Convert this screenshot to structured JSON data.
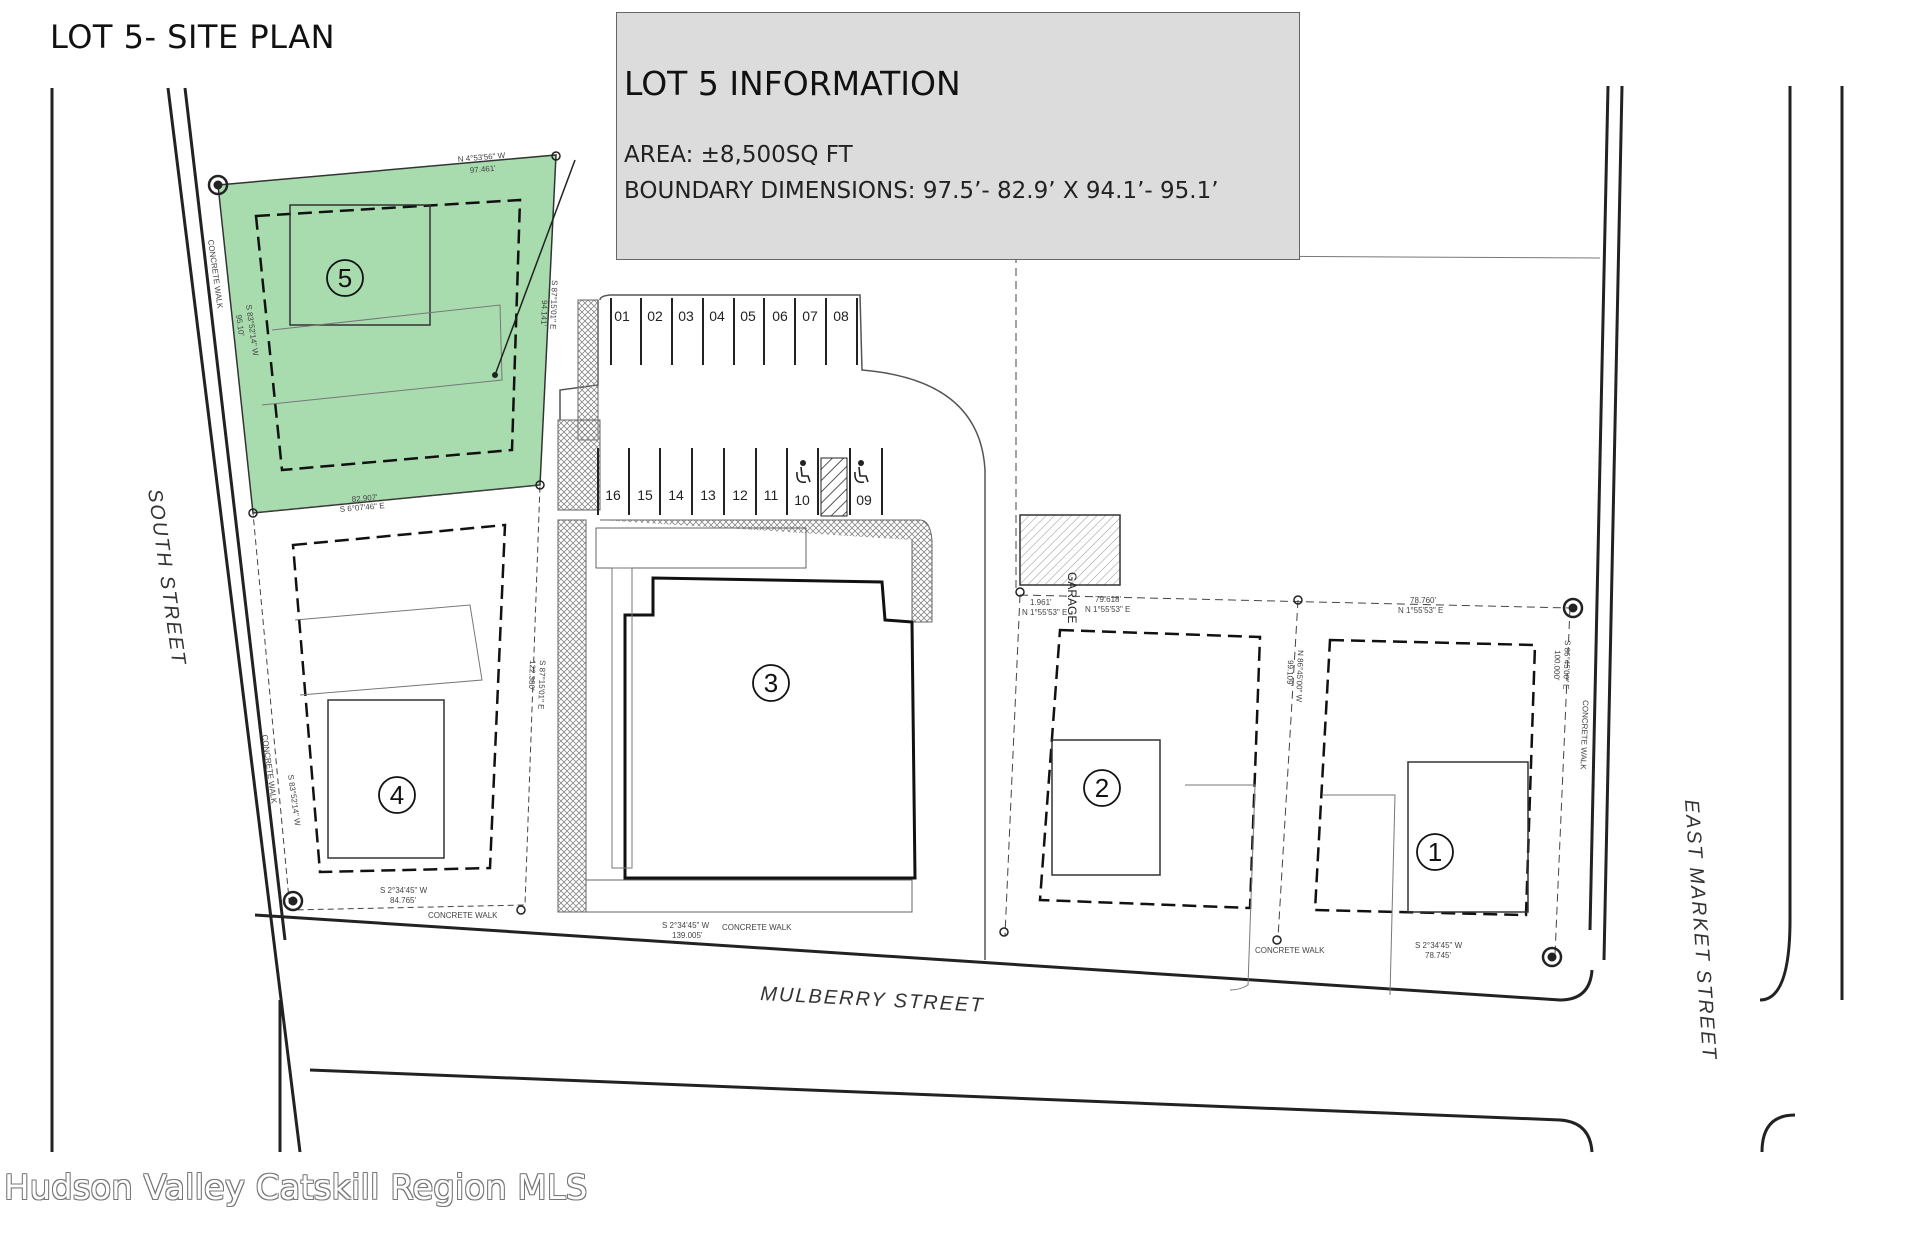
{
  "page_title": "LOT 5- SITE PLAN",
  "info_box": {
    "title": "LOT 5 INFORMATION",
    "area": "AREA: ±8,500SQ FT",
    "dimensions": "BOUNDARY DIMENSIONS: 97.5’- 82.9’ X 94.1’- 95.1’"
  },
  "streets": {
    "south": "SOUTH STREET",
    "mulberry": "MULBERRY STREET",
    "east_market": "EAST MARKET STREET"
  },
  "lots": [
    "5",
    "4",
    "3",
    "2",
    "1"
  ],
  "garage_label": "GARAGE",
  "parking_top": [
    "01",
    "02",
    "03",
    "04",
    "05",
    "06",
    "07",
    "08"
  ],
  "parking_bottom": [
    "16",
    "15",
    "14",
    "13",
    "12",
    "11",
    "10",
    "09"
  ],
  "bearings": {
    "lot5_north": "N 4°53'56\" W",
    "lot5_north_len": "97.461'",
    "lot5_south_len": "82.907'",
    "lot5_south": "S 6°07'46\" E",
    "lot5_east": "S 87°15'01\" E",
    "lot5_east_len": "94.141'",
    "lot5_west": "S 83°52'14\" W",
    "lot5_west_len": "95.10'",
    "lot4_south": "S 2°34'45\" W",
    "lot4_south_len": "84.765'",
    "lot4_west": "S 83°52'14\" W",
    "lot4_east": "S 87°15'01\" E",
    "lot4_east_len": "122.380'",
    "mulberry": "S 2°34'45\" W",
    "mulberry_len": "139.005'",
    "lot1_south": "S 2°34'45\" W",
    "lot1_south_len": "78.745'",
    "garage_len": "1.961'",
    "garage_bearing": "N 1°55'53\" E",
    "lot2_north_len": "79.618'",
    "lot2_north": "N 1°55'53\" E",
    "lot1_north_len": "78.760'",
    "lot1_north": "N 1°55'53\" E",
    "lot2_east": "N 86°45'00\" W",
    "lot2_east_len": "99.109'",
    "lot1_east": "S 86°45'00\" E",
    "lot1_east_len": "100.000'",
    "concrete_walk": "CONCRETE WALK"
  },
  "watermark": "Hudson Valley Catskill Region MLS",
  "colors": {
    "lot5_fill": "#a8dcae",
    "callout_bg": "#dcdcdc",
    "line": "#222222",
    "hatch": "#888888"
  }
}
